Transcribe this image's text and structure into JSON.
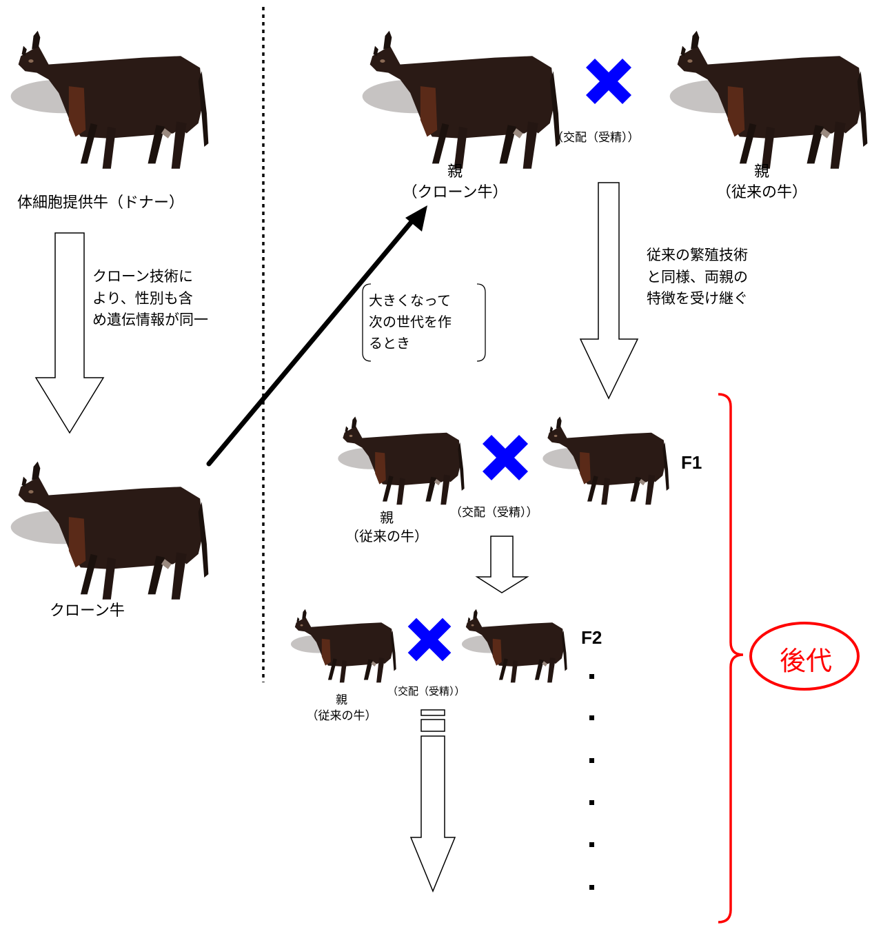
{
  "labels": {
    "donor": "体細胞提供牛（ドナー）",
    "clone": "クローン牛",
    "clone_note": [
      "クローン技術に",
      "より、性別も含",
      "め遺伝情報が同一"
    ],
    "grow_note": [
      "大きくなって",
      "次の世代を作",
      "るとき"
    ],
    "parent": "親",
    "parent_clone": "（クローン牛）",
    "parent_conventional": "（従来の牛）",
    "mating": "（交配（受精））",
    "inherit_note": [
      "従来の繁殖技術",
      "と同様、両親の",
      "特徴を受け継ぐ"
    ],
    "f1": "F1",
    "f2": "F2",
    "progeny": "後代"
  },
  "colors": {
    "cow_body": "#2a1a15",
    "cow_chest": "#5a2a18",
    "cross": "#0000ff",
    "progeny": "#ff0000",
    "line": "#000000"
  },
  "icons": {
    "cow": "cow-icon",
    "cross": "cross-mark-icon",
    "arrow": "down-arrow-icon",
    "brace": "curly-brace-icon"
  }
}
